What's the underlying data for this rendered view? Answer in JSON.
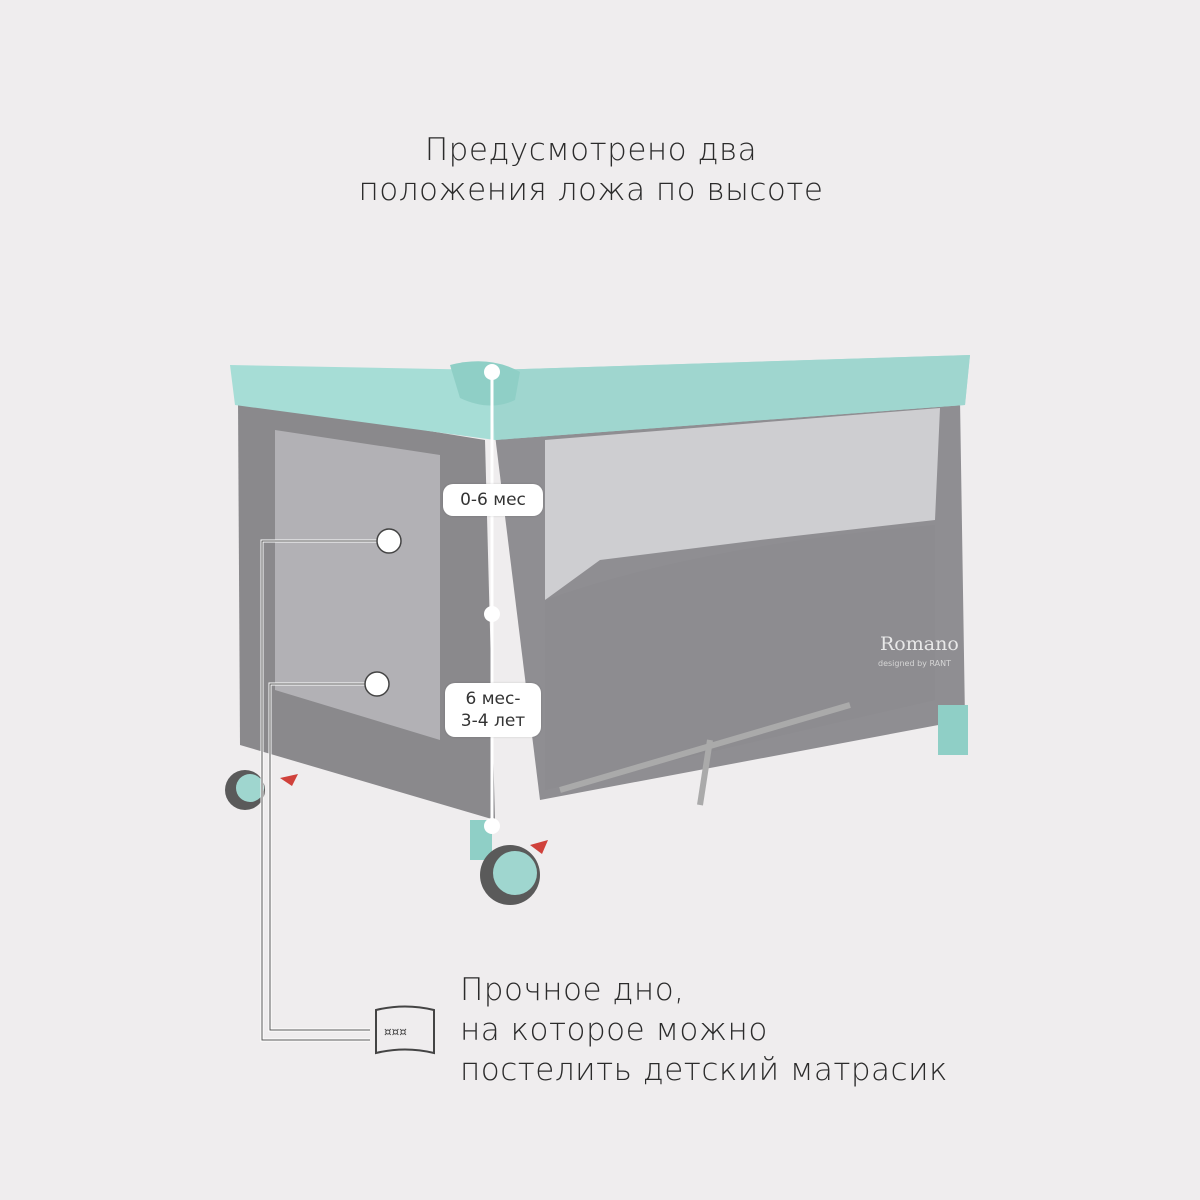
{
  "heading": {
    "line1": "Предусмотрено два",
    "line2": "положения ложа по высоте"
  },
  "height_positions": [
    {
      "label": "0-6 мес"
    },
    {
      "label_line1": "6 мес-",
      "label_line2": "3-4 лет"
    }
  ],
  "feature": {
    "line1": "Прочное дно,",
    "line2": "на которое можно",
    "line3": "постелить детский матрасик",
    "icon": "mattress-base-icon"
  },
  "product_logo": {
    "name": "Romano",
    "tagline": "designed by RANT"
  },
  "colors": {
    "background": "#efedee",
    "fabric_gray": "#8a898c",
    "mint": "#a6ddd6",
    "text": "#2b2b2b"
  }
}
